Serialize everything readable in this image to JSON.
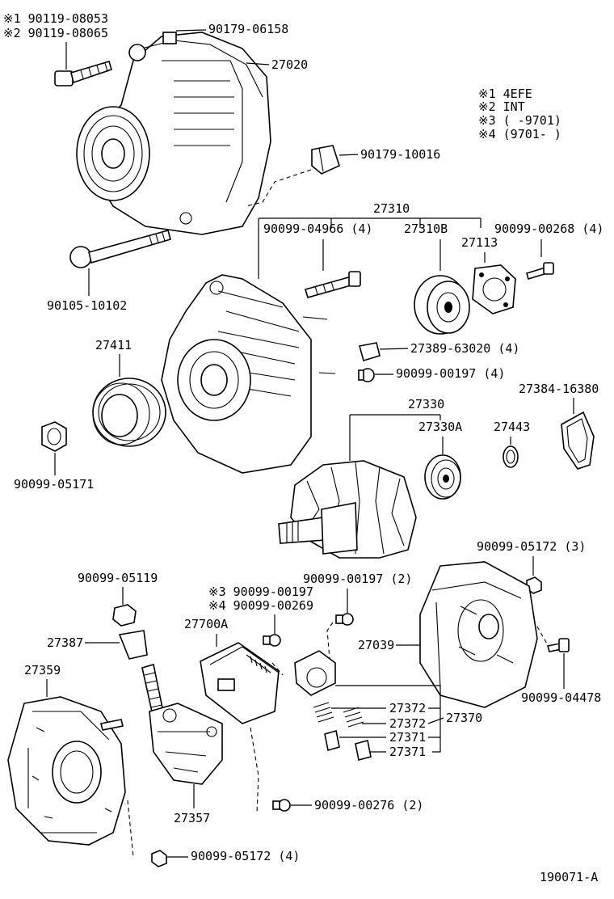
{
  "diagram_id": "190071-A",
  "notes": {
    "n1": "※1 4EFE",
    "n2": "※2 INT",
    "n3": "※3 (      -9701)",
    "n4": "※4 (9701-      )"
  },
  "callouts": {
    "c_bolt_alt1": "※1 90119-08053",
    "c_bolt_alt2": "※2 90119-08065",
    "c_90179_06158": "90179-06158",
    "c_27020": "27020",
    "c_90179_10016": "90179-10016",
    "c_27310": "27310",
    "c_90099_04966": "90099-04966 (4)",
    "c_27310B": "27310B",
    "c_90099_00268": "90099-00268 (4)",
    "c_27113": "27113",
    "c_90105_10102": "90105-10102",
    "c_27411": "27411",
    "c_27389_63020": "27389-63020 (4)",
    "c_90099_00197_4": "90099-00197 (4)",
    "c_27384_16380": "27384-16380",
    "c_27330": "27330",
    "c_27330A": "27330A",
    "c_27443": "27443",
    "c_90099_05171": "90099-05171",
    "c_90099_05172_3": "90099-05172 (3)",
    "c_90099_05119": "90099-05119",
    "c_90099_00197_2": "90099-00197 (2)",
    "c_n3_90099_00197": "※3 90099-00197",
    "c_n4_90099_00269": "※4 90099-00269",
    "c_27387": "27387",
    "c_27700A": "27700A",
    "c_27039": "27039",
    "c_27359": "27359",
    "c_90099_04478": "90099-04478",
    "c_27372_a": "27372",
    "c_27372_b": "27372",
    "c_27370": "27370",
    "c_27371_a": "27371",
    "c_27371_b": "27371",
    "c_27357": "27357",
    "c_90099_00276": "90099-00276 (2)",
    "c_90099_05172_4": "90099-05172 (4)"
  }
}
